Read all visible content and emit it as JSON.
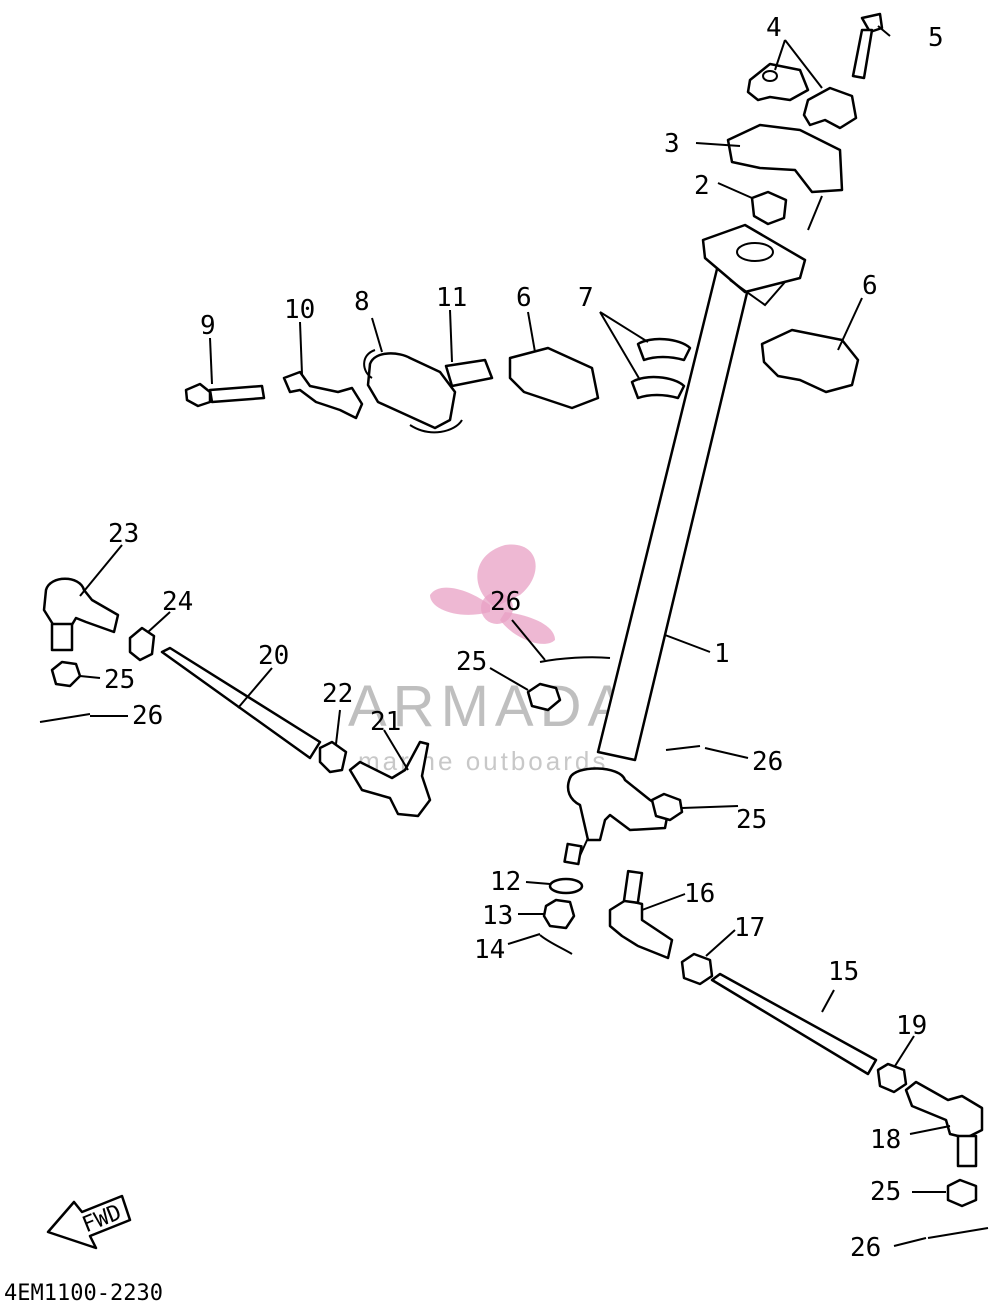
{
  "diagram": {
    "part_code": "4EM1100-2230",
    "fwd_label": "FWD",
    "watermark": {
      "title": "ARMADA",
      "subtitle": "marine outboards",
      "color": "#e8a0c4"
    },
    "callouts": {
      "p1": "1",
      "p2": "2",
      "p3": "3",
      "p4": "4",
      "p5": "5",
      "p6a": "6",
      "p6b": "6",
      "p7": "7",
      "p8": "8",
      "p9": "9",
      "p10": "10",
      "p11": "11",
      "p12": "12",
      "p13": "13",
      "p14": "14",
      "p15": "15",
      "p16": "16",
      "p17": "17",
      "p18": "18",
      "p19": "19",
      "p20": "20",
      "p21": "21",
      "p22": "22",
      "p23": "23",
      "p24": "24",
      "p25a": "25",
      "p25b": "25",
      "p25c": "25",
      "p25d": "25",
      "p26a": "26",
      "p26b": "26",
      "p26c": "26",
      "p26d": "26"
    }
  }
}
